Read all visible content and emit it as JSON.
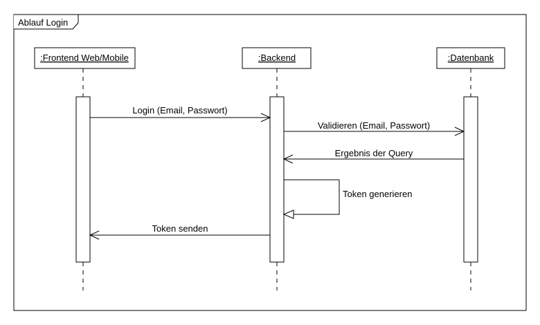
{
  "frame": {
    "title": "Ablauf Login"
  },
  "lifelines": [
    {
      "label": ":Frontend Web/Mobile"
    },
    {
      "label": ":Backend"
    },
    {
      "label": ":Datenbank"
    }
  ],
  "messages": [
    {
      "label": "Login (Email, Passwort)"
    },
    {
      "label": "Validieren (Email, Passwort)"
    },
    {
      "label": "Ergebnis der Query"
    },
    {
      "label": "Token generieren"
    },
    {
      "label": "Token senden"
    }
  ]
}
